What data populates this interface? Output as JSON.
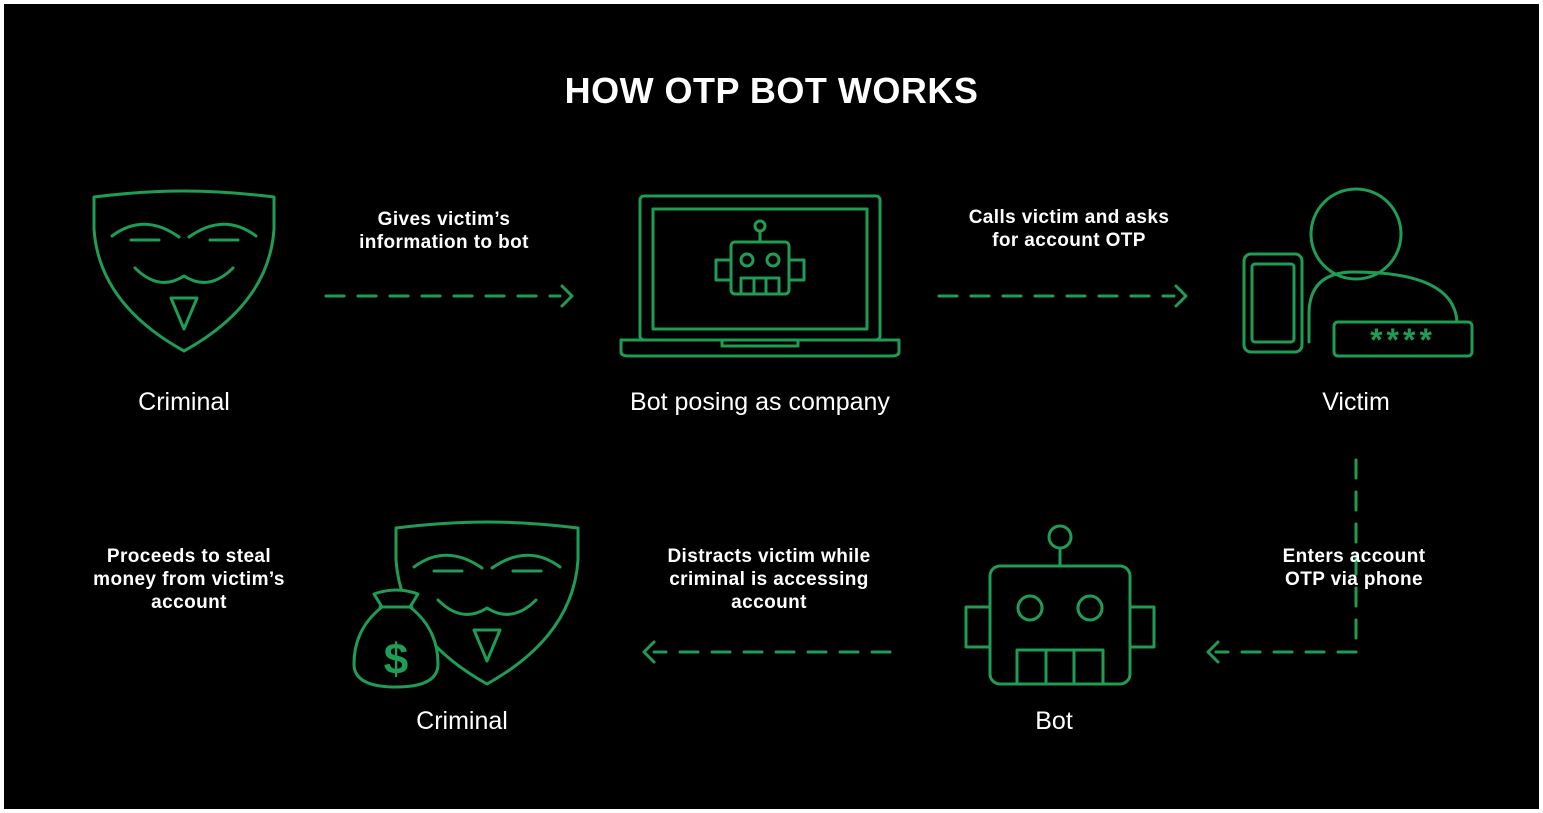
{
  "title": "HOW OTP BOT WORKS",
  "nodes": {
    "criminal_top": "Criminal",
    "bot_company": "Bot posing as company",
    "victim": "Victim",
    "bot": "Bot",
    "criminal_bottom": "Criminal"
  },
  "steps": {
    "gives_info": [
      "Gives victim’s",
      "information to bot"
    ],
    "calls_victim": [
      "Calls victim and asks",
      "for account OTP"
    ],
    "enters_otp": [
      "Enters account",
      "OTP via phone"
    ],
    "distracts": [
      "Distracts victim while",
      "criminal is accessing",
      "account"
    ],
    "steals": [
      "Proceeds to steal",
      "money from victim’s",
      "account"
    ]
  },
  "otp_mask": "****",
  "money_symbol": "$",
  "colors": {
    "background": "#000000",
    "line": "#1f9d55",
    "text": "#ffffff"
  }
}
